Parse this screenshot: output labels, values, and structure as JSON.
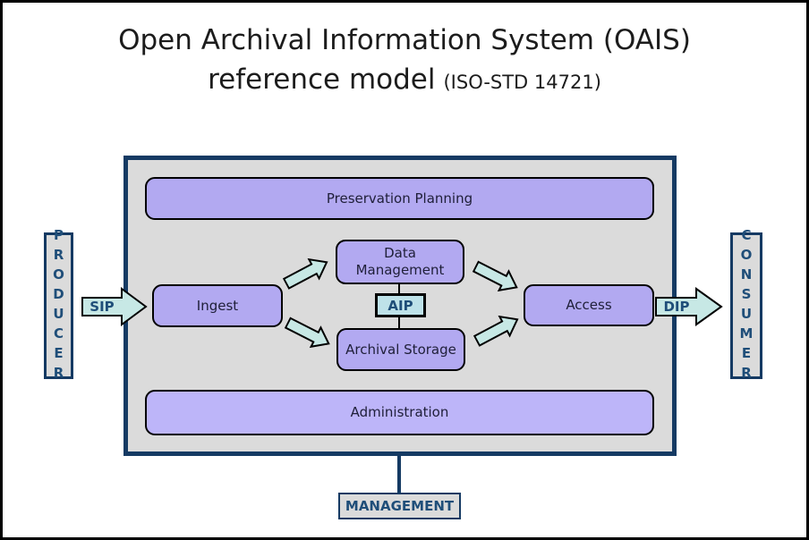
{
  "colors": {
    "frame_border": "#153a63",
    "panel_bg": "#dbdbdb",
    "entity_fill": "#b2a9f1",
    "admin_fill": "#bdb5f9",
    "arrow_fill": "#c7e8e5",
    "package_fill": "#bee2e9",
    "actor_text": "#1f4e79",
    "entity_text": "#20203a",
    "title_text": "#1c1c1c"
  },
  "title": {
    "line1": "Open Archival Information System (OAIS)",
    "line2_main": "reference model",
    "line2_sub": "(ISO-STD 14721)"
  },
  "entities": {
    "preservation_planning": "Preservation Planning",
    "data_management": "Data Management",
    "ingest": "Ingest",
    "archival_storage": "Archival Storage",
    "access": "Access",
    "administration": "Administration"
  },
  "packages": {
    "sip": "SIP",
    "aip": "AIP",
    "dip": "DIP"
  },
  "actors": {
    "producer": "PRODUCER",
    "consumer": "CONSUMER",
    "management": "MANAGEMENT"
  }
}
